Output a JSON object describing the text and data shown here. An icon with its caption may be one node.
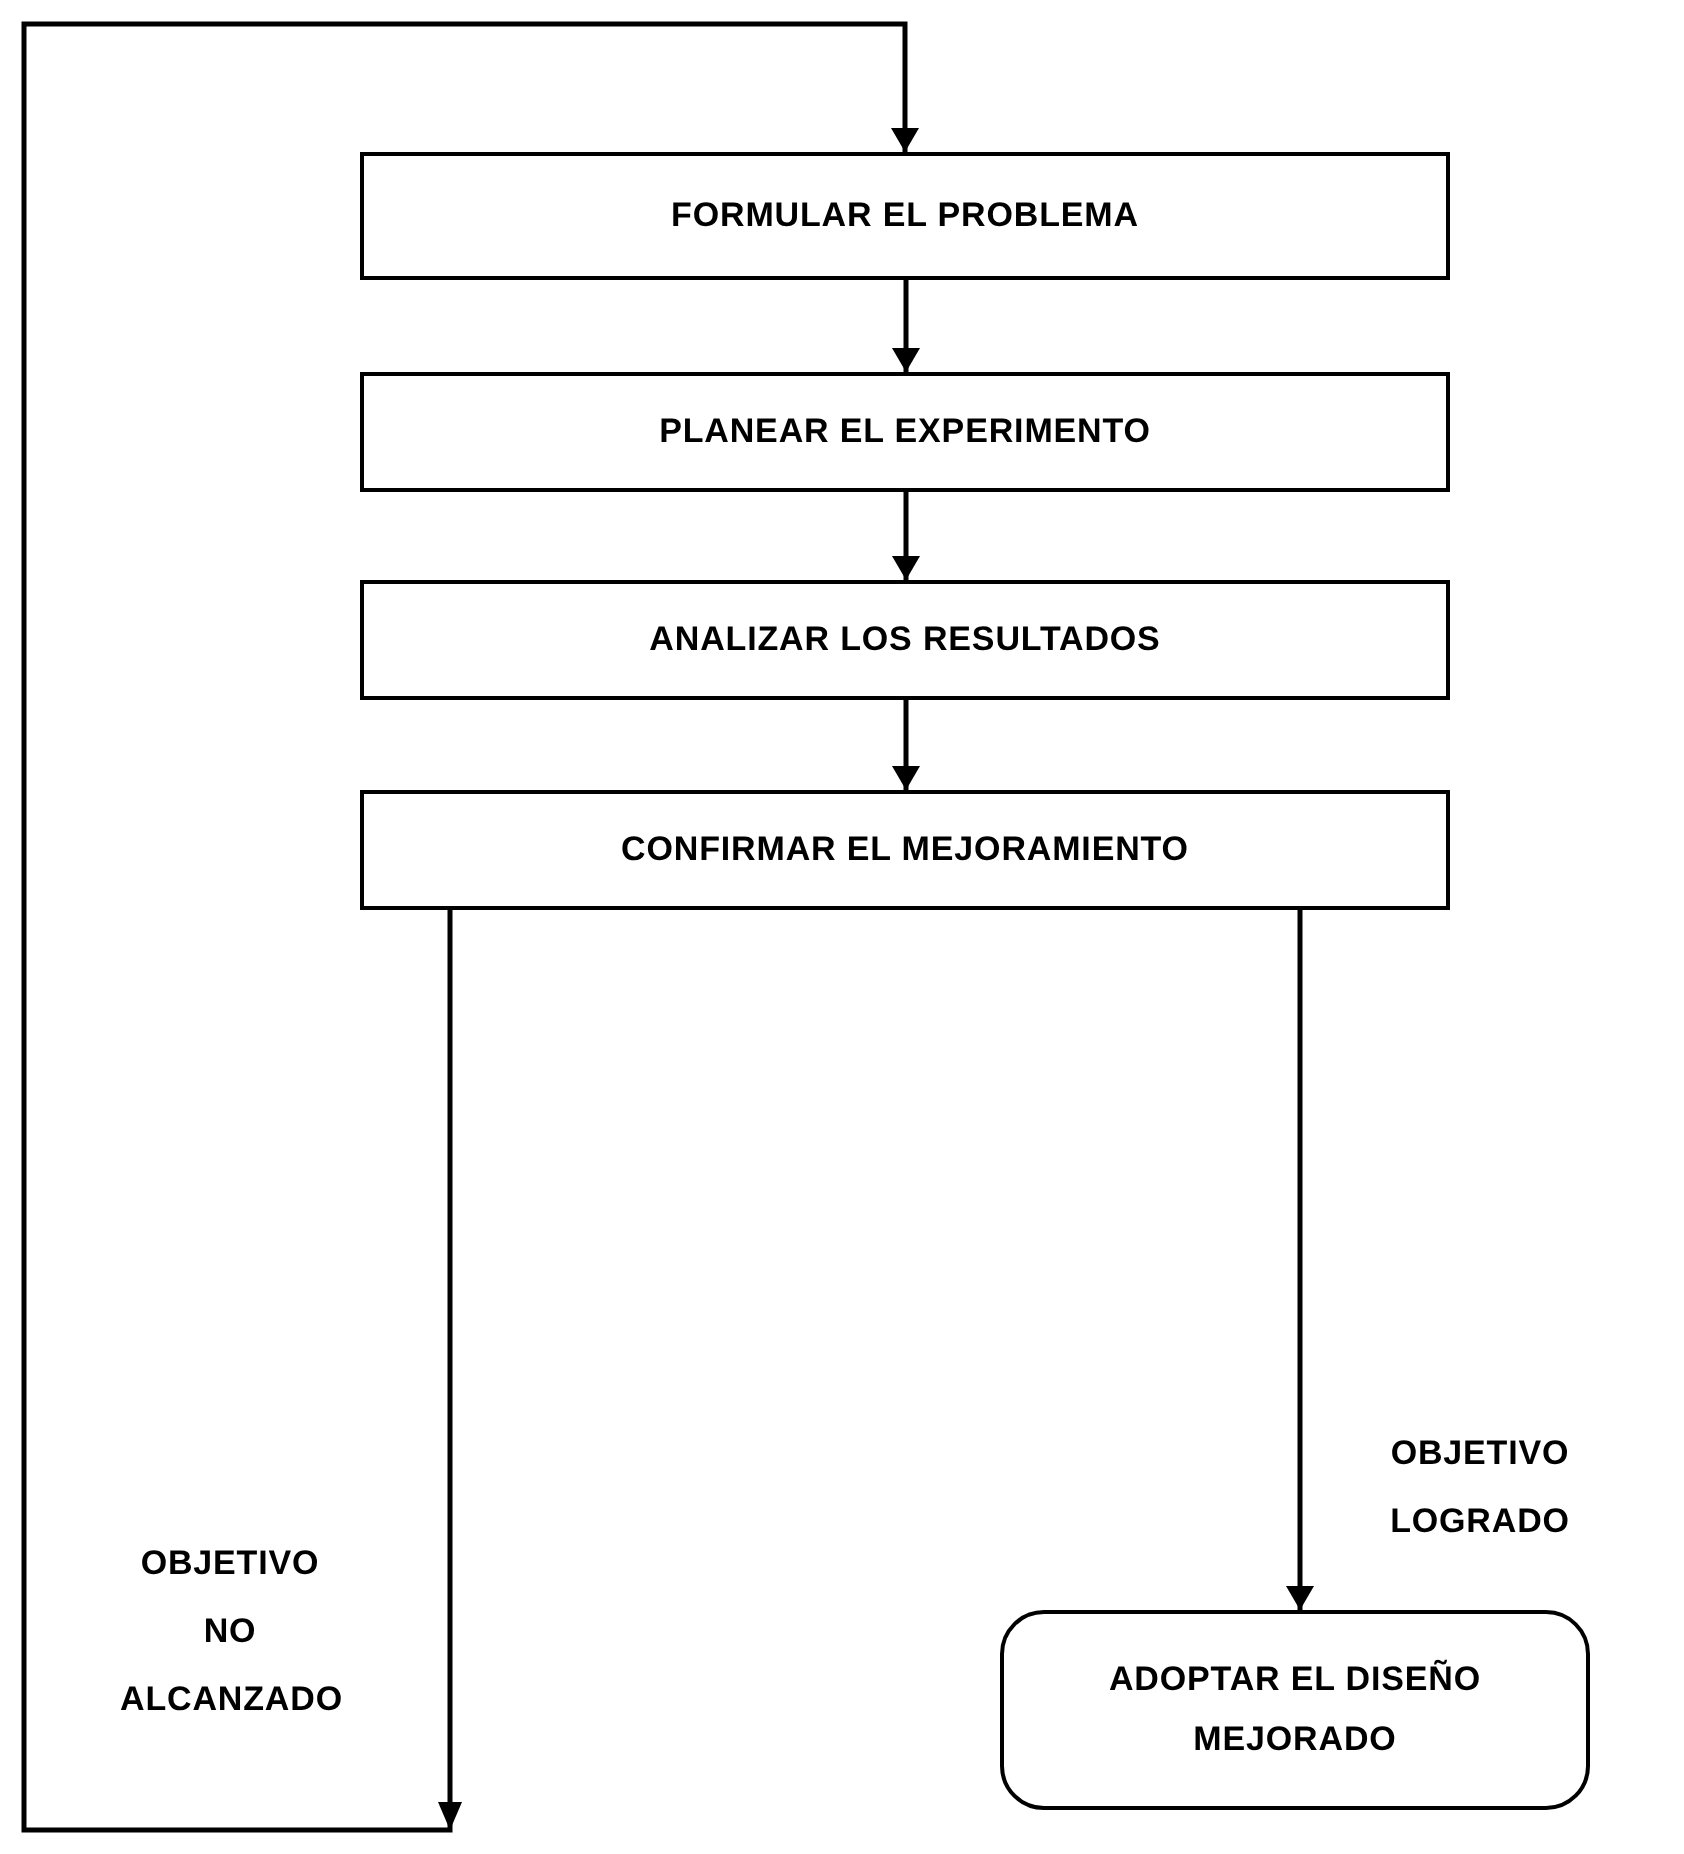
{
  "diagram": {
    "nodes": [
      {
        "text": [
          "FORMULAR EL PROBLEMA"
        ]
      },
      {
        "text": [
          "PLANEAR EL EXPERIMENTO"
        ]
      },
      {
        "text": [
          "ANALIZAR LOS RESULTADOS"
        ]
      },
      {
        "text": [
          "CONFIRMAR EL MEJORAMIENTO"
        ]
      },
      {
        "text": [
          "ADOPTAR EL DISEÑO MEJORADO"
        ]
      }
    ],
    "edges": [
      {
        "from": 0,
        "to": 1,
        "arrow": "to"
      },
      {
        "from": 1,
        "to": 2,
        "arrow": "to"
      },
      {
        "from": 2,
        "to": 3,
        "arrow": "to"
      },
      {
        "from": 3,
        "to": 4,
        "arrow": "to",
        "label": "OBJETIVO LOGRADO"
      },
      {
        "from": 3,
        "to": 0,
        "arrow": "to",
        "label": "OBJETIVO NO ALCANZADO"
      }
    ]
  }
}
